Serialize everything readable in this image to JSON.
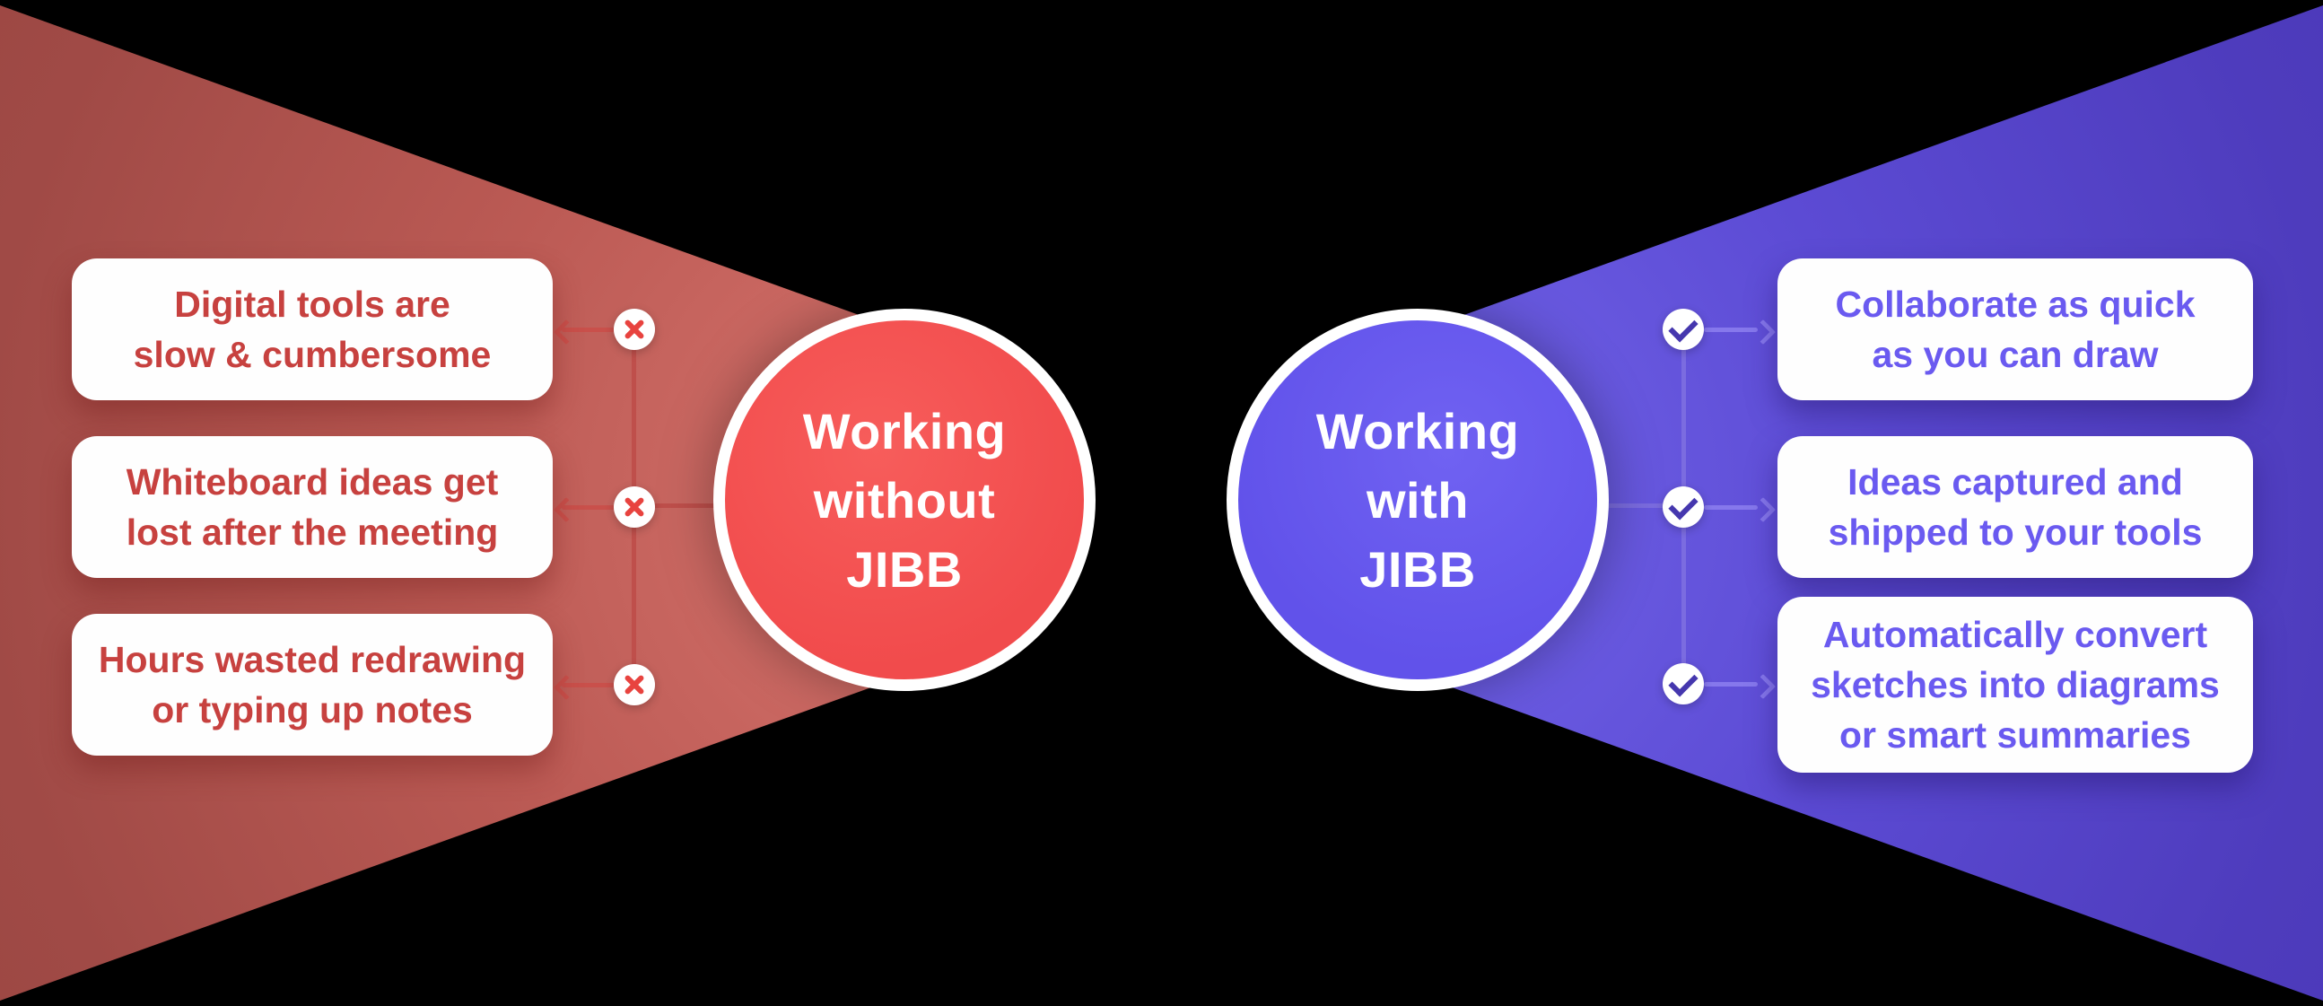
{
  "page": {
    "background_color": "#000000"
  },
  "left_panel": {
    "circle_title_lines": [
      "Working",
      "without",
      "JIBB"
    ],
    "items": [
      {
        "line1": "Digital tools are",
        "line2": "slow & cumbersome"
      },
      {
        "line1": "Whiteboard ideas get",
        "line2": "lost after the meeting"
      },
      {
        "line1": "Hours wasted redrawing",
        "line2": "or typing up notes"
      }
    ],
    "icon": "x-circle-icon",
    "colors": {
      "circle_fill": "#f14b4c",
      "funnel_light": "#d8746e",
      "funnel_dark": "#9a4541",
      "card_text": "#c7413f",
      "x_glyph": "#e8433f",
      "connector": "#bf4f4b"
    }
  },
  "right_panel": {
    "circle_title_lines": [
      "Working",
      "with",
      "JIBB"
    ],
    "items": [
      {
        "line1": "Collaborate as quick",
        "line2": "as you can draw"
      },
      {
        "line1": "Ideas captured and",
        "line2": "shipped to your tools"
      },
      {
        "line1": "Automatically convert",
        "line2": "sketches into diagrams",
        "line3": "or smart summaries"
      }
    ],
    "icon": "check-circle-icon",
    "colors": {
      "circle_fill": "#6152ea",
      "funnel_light": "#7365ea",
      "funnel_dark": "#4936b4",
      "card_text": "#6a5af0",
      "check_glyph": "#4537ae",
      "connector": "#7b6ce0"
    }
  }
}
